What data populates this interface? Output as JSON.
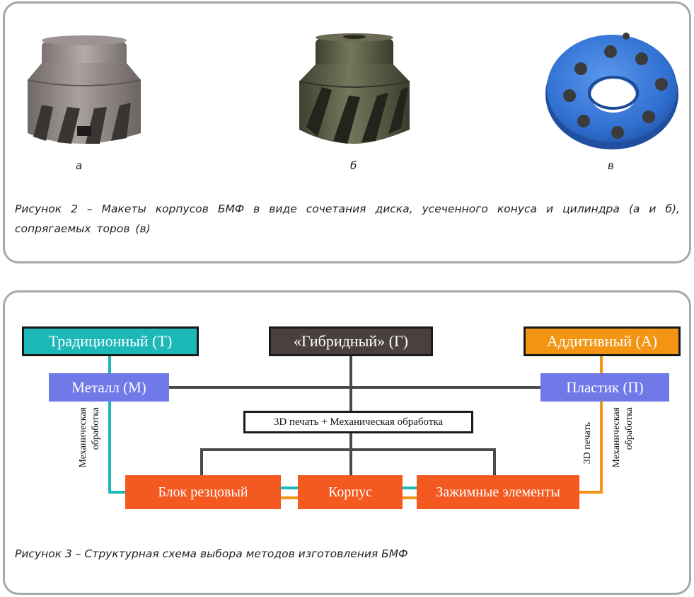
{
  "figure2": {
    "labels": [
      "а",
      "б",
      "в"
    ],
    "caption": "Рисунок 2 – Макеты корпусов БМФ в виде сочетания диска, усеченного конуса и цилиндра (а и б), сопрягаемых торов (в)",
    "colors": {
      "photo_a": "#8e8683",
      "photo_b": "#5d5e47",
      "photo_c": "#2f6fd0"
    }
  },
  "figure3": {
    "caption": "Рисунок 3 – Структурная схема выбора методов изготовления БМФ",
    "top": {
      "traditional": "Традиционный (Т)",
      "hybrid": "«Гибридный» (Г)",
      "additive": "Аддитивный (А)"
    },
    "material": {
      "metal": "Металл (М)",
      "plastic": "Пластик (П)"
    },
    "process": "3D печать + Механическая обработка",
    "parts": {
      "block": "Блок резцовый",
      "body": "Корпус",
      "clamp": "Зажимные элементы"
    },
    "side_labels": {
      "left_line1": "Механическая",
      "left_line2": "обработка",
      "right_print": "3D печать",
      "right_line1": "Механическая",
      "right_line2": "обработка"
    },
    "colors": {
      "traditional": "#1cb8b8",
      "hybrid": "#4a4040",
      "additive": "#f39512",
      "material": "#6f79e8",
      "parts": "#f4591f",
      "connector": "#4a4a4a"
    }
  }
}
